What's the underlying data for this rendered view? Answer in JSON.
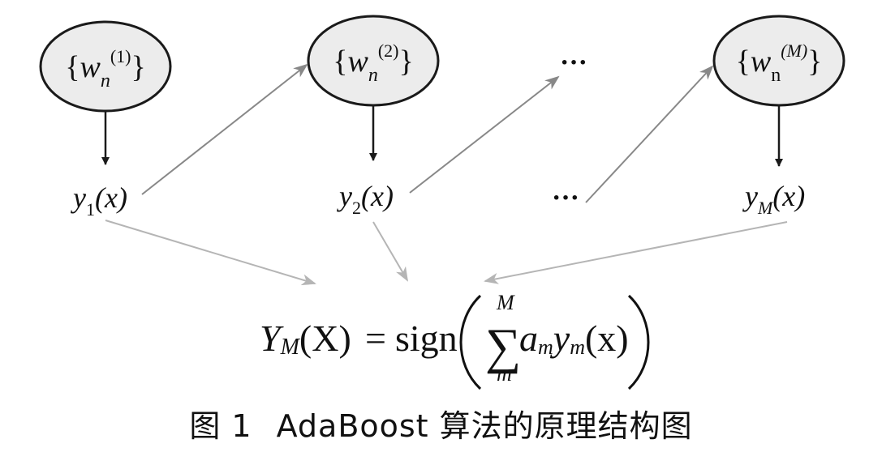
{
  "weights": [
    {
      "sub": "n",
      "sup": "(1)"
    },
    {
      "sub": "n",
      "sup": "(2)"
    },
    {
      "sub": "n",
      "sup": "(M)"
    }
  ],
  "ellipsis": "···",
  "outputs": [
    {
      "base": "y",
      "sub": "1",
      "arg": "(x)"
    },
    {
      "base": "y",
      "sub": "2",
      "arg": "(x)"
    },
    {
      "base": "y",
      "sub": "M",
      "arg": "(x)"
    }
  ],
  "formula": {
    "lhs_base": "Y",
    "lhs_sub": "M",
    "lhs_arg": "(X)",
    "equals": "=",
    "fn": "sign",
    "sum_upper": "M",
    "sum_lower": "m",
    "sum_symbol": "∑",
    "term_a": "a",
    "term_a_sub": "m",
    "term_y": "y",
    "term_y_sub": "m",
    "term_arg": "(x)"
  },
  "caption": {
    "label": "图 1",
    "title": "AdaBoost 算法的原理结构图"
  },
  "colors": {
    "node_fill": "#ececec",
    "stroke": "#1a1a1a",
    "gray_arrow": "#888888",
    "light_arrow": "#b5b5b5"
  }
}
